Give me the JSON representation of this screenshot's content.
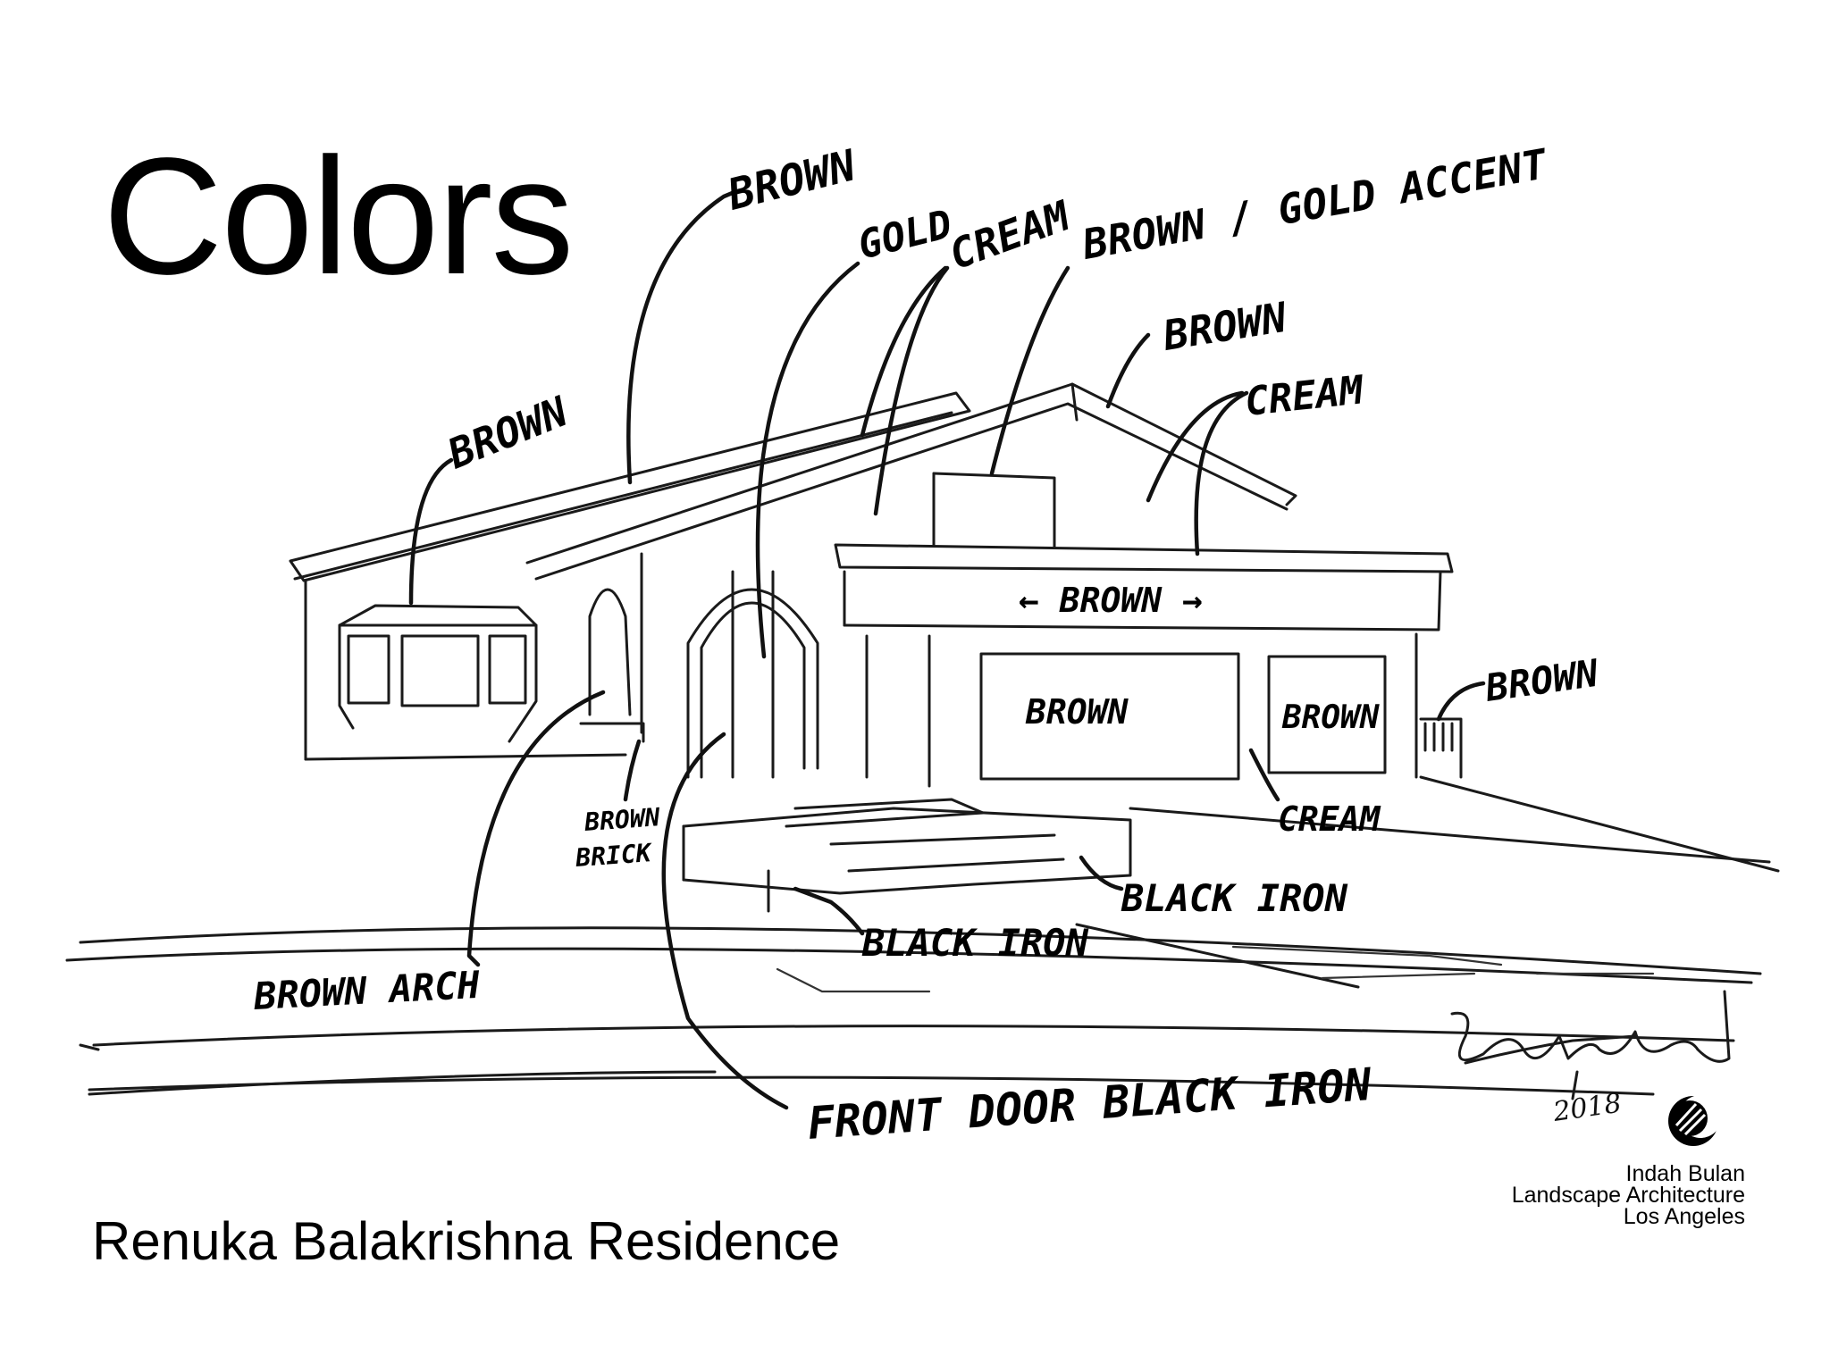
{
  "title": "Colors",
  "subtitle": "Renuka Balakrishna Residence",
  "callouts": [
    {
      "id": "brown-roof-top",
      "text": "BROWN"
    },
    {
      "id": "gold-trim",
      "text": "GOLD"
    },
    {
      "id": "cream-wall",
      "text": "CREAM"
    },
    {
      "id": "brown-gold-accent",
      "text": "BROWN / GOLD ACCENT"
    },
    {
      "id": "brown-roof-right",
      "text": "BROWN"
    },
    {
      "id": "cream-right",
      "text": "CREAM"
    },
    {
      "id": "brown-window",
      "text": "BROWN"
    },
    {
      "id": "brown-fascia",
      "text": "← BROWN →"
    },
    {
      "id": "brown-garage-left",
      "text": "BROWN"
    },
    {
      "id": "brown-garage-right",
      "text": "BROWN"
    },
    {
      "id": "brown-right",
      "text": "BROWN"
    },
    {
      "id": "cream-garage",
      "text": "CREAM"
    },
    {
      "id": "brown-brick-1",
      "text": "BROWN"
    },
    {
      "id": "brown-brick-2",
      "text": "BRICK"
    },
    {
      "id": "black-iron-left",
      "text": "BLACK IRON"
    },
    {
      "id": "black-iron-right",
      "text": "BLACK IRON"
    },
    {
      "id": "brown-arch",
      "text": "BROWN ARCH"
    },
    {
      "id": "front-door",
      "text": "FRONT DOOR BLACK IRON"
    }
  ],
  "signature": {
    "year": "2018"
  },
  "firm": {
    "line1": "Indah Bulan",
    "line2": "Landscape Architecture",
    "line3": "Los Angeles"
  },
  "colors": {
    "ink": "#000000",
    "background": "#ffffff"
  }
}
